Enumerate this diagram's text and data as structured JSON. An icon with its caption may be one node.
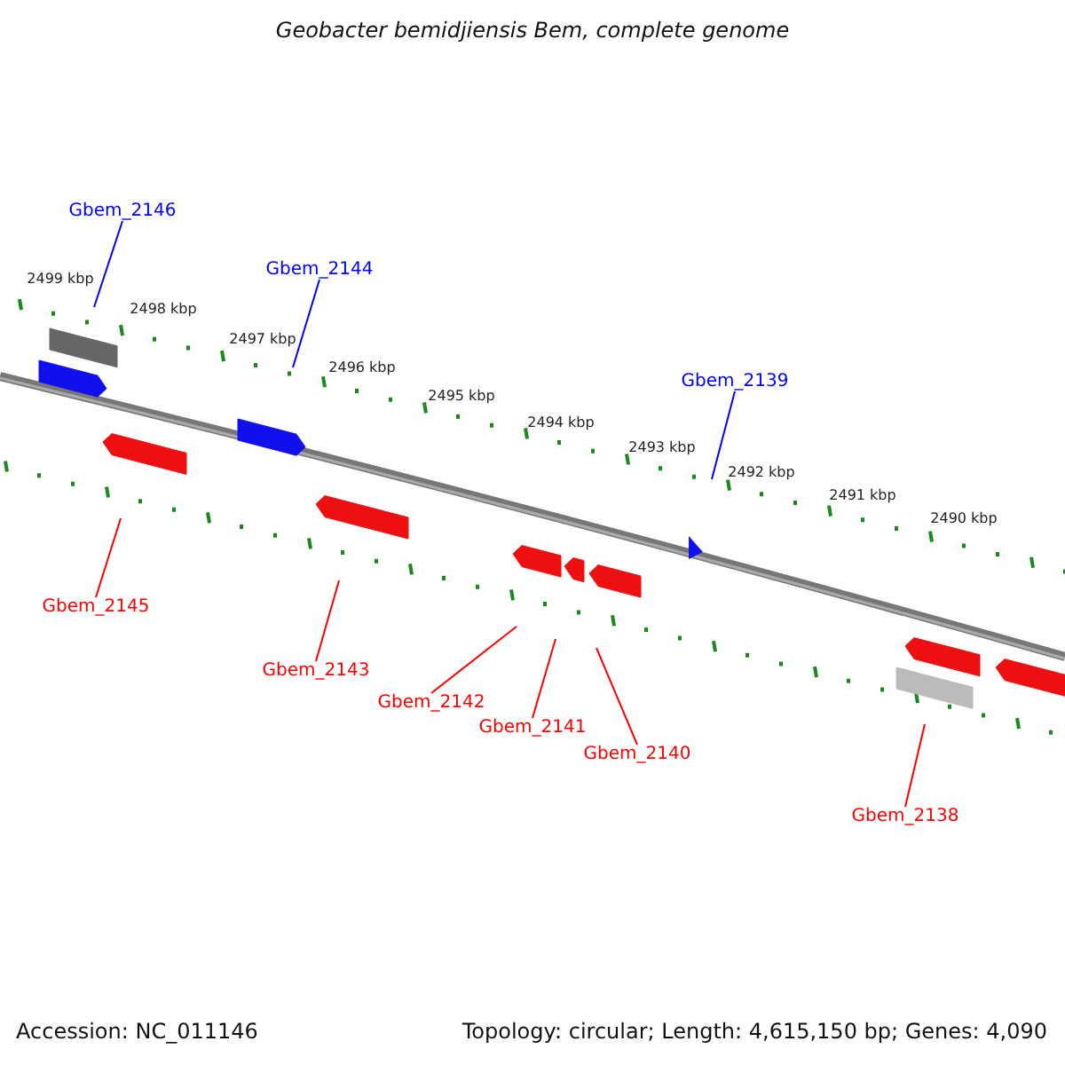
{
  "diagram": {
    "title": "Geobacter bemidjiensis Bem, complete genome",
    "nodes": [
      {
        "text": [
          "Gbem_2146"
        ]
      },
      {
        "text": [
          "Gbem_2144"
        ]
      },
      {
        "text": [
          "Gbem_2139"
        ]
      },
      {
        "text": [
          "Gbem_2145"
        ]
      },
      {
        "text": [
          "Gbem_2143"
        ]
      },
      {
        "text": [
          "Gbem_2142"
        ]
      },
      {
        "text": [
          "Gbem_2141"
        ]
      },
      {
        "text": [
          "Gbem_2140"
        ]
      },
      {
        "text": [
          "Gbem_2138"
        ]
      }
    ],
    "edges": [
      {
        "from": 0,
        "to": null,
        "arrow": "none",
        "color": "#0000ff"
      },
      {
        "from": 1,
        "to": null,
        "arrow": "none",
        "color": "#0000ff"
      },
      {
        "from": 2,
        "to": null,
        "arrow": "none",
        "color": "#0000ff"
      },
      {
        "from": 3,
        "to": null,
        "arrow": "none"
      },
      {
        "from": 4,
        "to": null,
        "arrow": "none"
      },
      {
        "from": 5,
        "to": null,
        "arrow": "none"
      },
      {
        "from": 6,
        "to": null,
        "arrow": "none"
      },
      {
        "from": 7,
        "to": null,
        "arrow": "none"
      },
      {
        "from": 8,
        "to": null,
        "arrow": "none"
      }
    ],
    "labels": [
      "2499 kbp",
      "2498 kbp",
      "2497 kbp",
      "2496 kbp",
      "2495 kbp",
      "2494 kbp",
      "2493 kbp",
      "2492 kbp",
      "2491 kbp",
      "2490 kbp",
      "Accession: NC_011146",
      "Topology: circular; Length: 4,615,150 bp; Genes: 4,090"
    ]
  }
}
